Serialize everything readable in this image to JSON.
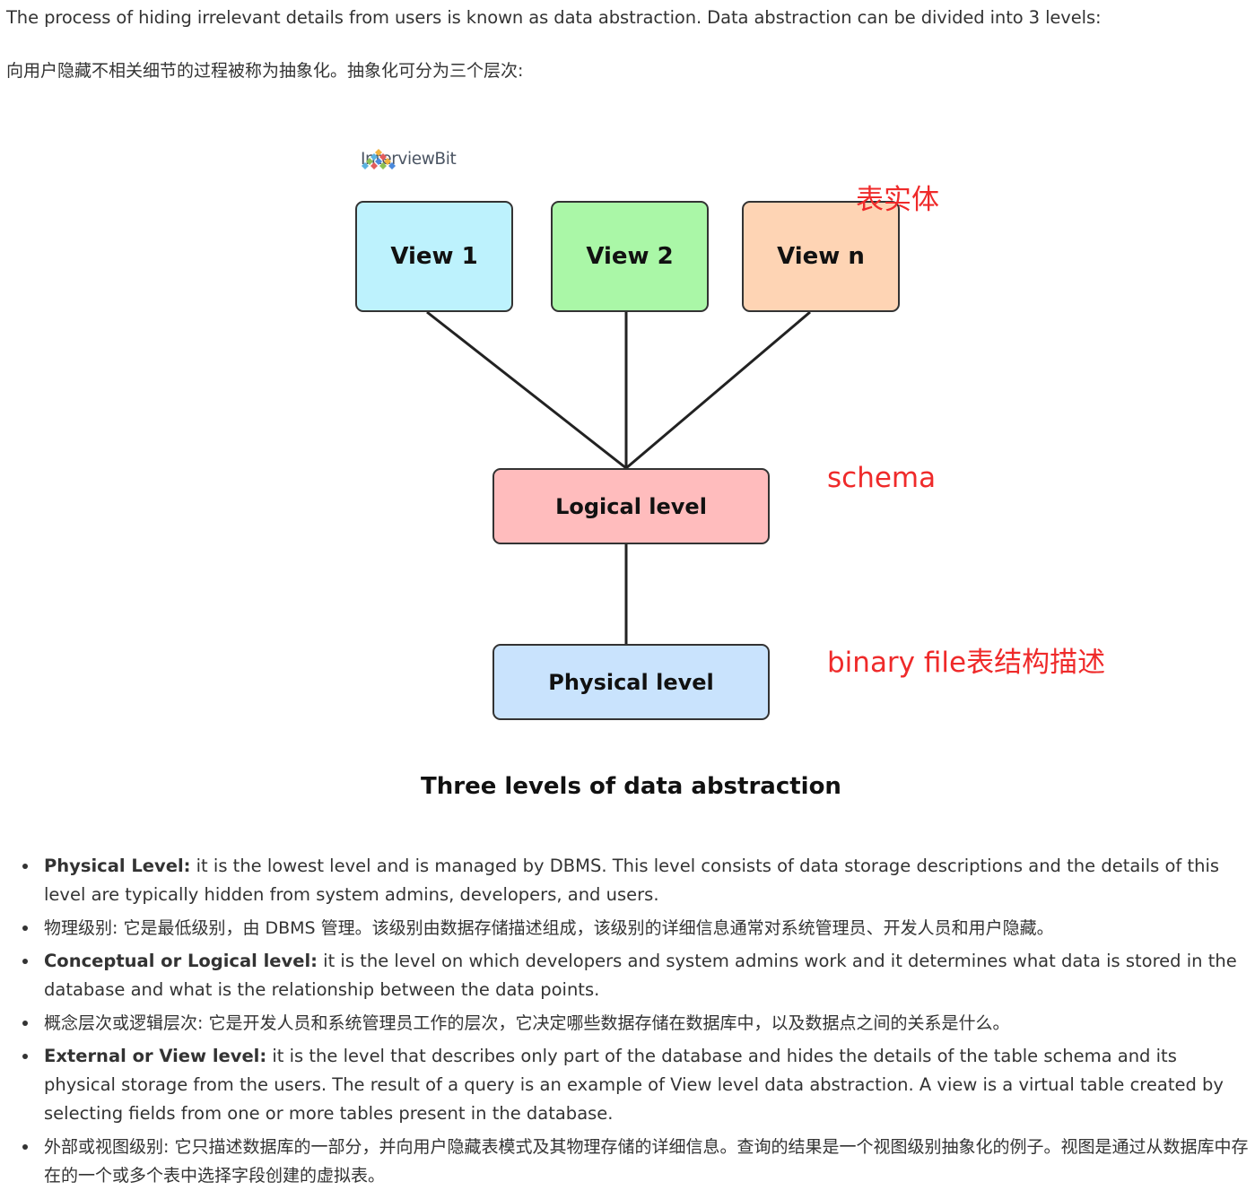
{
  "intro": {
    "english": "The process of hiding irrelevant details from users is known as data abstraction. Data abstraction can be divided into 3 levels:",
    "chinese": "向用户隐藏不相关细节的过程被称为抽象化。抽象化可分为三个层次:"
  },
  "diagram": {
    "logo_text": "InterviewBit",
    "views": [
      {
        "label": "View 1",
        "color": "#bdf2fd"
      },
      {
        "label": "View 2",
        "color": "#aaf7a7"
      },
      {
        "label": "View n",
        "color": "#fed4b4"
      }
    ],
    "logical_label": "Logical level",
    "logical_color": "#ffbcbd",
    "physical_label": "Physical level",
    "physical_color": "#c9e3fd",
    "annotations": {
      "table_entity": "表实体",
      "schema": "schema",
      "binary_file": "binary file表结构描述"
    },
    "annotation_color": "#ef2a2a",
    "caption": "Three levels of data abstraction"
  },
  "bullets": [
    {
      "term": "Physical Level:",
      "text": "  it is the lowest level and is managed by DBMS. This level consists of data storage descriptions and the details of this level are typically hidden from system admins, developers, and users."
    },
    {
      "term": "",
      "text": "物理级别: 它是最低级别，由 DBMS 管理。该级别由数据存储描述组成，该级别的详细信息通常对系统管理员、开发人员和用户隐藏。"
    },
    {
      "term": "Conceptual or Logical level:",
      "text": "  it is the level on which developers and system admins work and it determines what data is stored in the database and what is the relationship between the data points."
    },
    {
      "term": "",
      "text": "概念层次或逻辑层次: 它是开发人员和系统管理员工作的层次，它决定哪些数据存储在数据库中，以及数据点之间的关系是什么。"
    },
    {
      "term": "External or View level:",
      "text": " it is the level that describes only part of the database and hides the details of the table schema and its physical storage from the users. The result of a query is an example of View level data abstraction.  A view is a virtual table created by selecting fields from one or more tables present in the database."
    },
    {
      "term": "",
      "text": "外部或视图级别: 它只描述数据库的一部分，并向用户隐藏表模式及其物理存储的详细信息。查询的结果是一个视图级别抽象化的例子。视图是通过从数据库中存在的一个或多个表中选择字段创建的虚拟表。"
    }
  ]
}
